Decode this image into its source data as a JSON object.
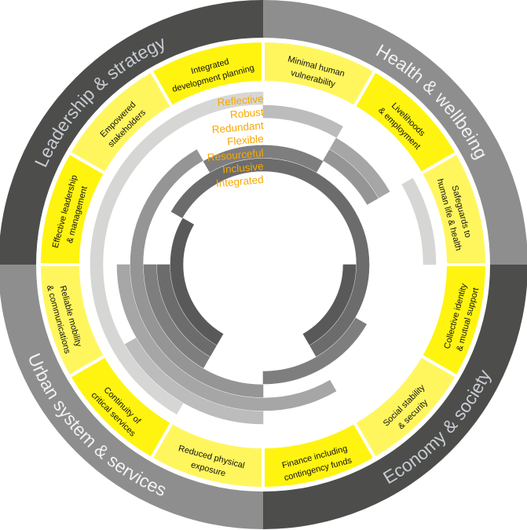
{
  "title": "City Resilience Framework",
  "colors": {
    "quadrant_dark": "#4d4d4c",
    "quadrant_gray": "#8e8e8e",
    "quadrant_label_dark": "#c8ccd2",
    "quadrant_label_gray": "#f2f2f2",
    "yellow_bright": "#fff40f",
    "yellow_light": "#fff65e",
    "ring_label": "#f7a800"
  },
  "quadrants": [
    {
      "label": "Health & wellbeing",
      "tone": "gray"
    },
    {
      "label": "Economy & society",
      "tone": "dark"
    },
    {
      "label": "Urban system & services",
      "tone": "gray"
    },
    {
      "label": "Leadership & strategy",
      "tone": "dark"
    }
  ],
  "indicators": [
    {
      "lines": [
        "Minimal human",
        "vulnerability"
      ],
      "tone": "light"
    },
    {
      "lines": [
        "Livelihoods",
        "& employment"
      ],
      "tone": "bright"
    },
    {
      "lines": [
        "Safeguards to",
        "human life & health"
      ],
      "tone": "light"
    },
    {
      "lines": [
        "Collective identity",
        "& mutual support"
      ],
      "tone": "bright"
    },
    {
      "lines": [
        "Social stability",
        "& security"
      ],
      "tone": "light"
    },
    {
      "lines": [
        "Finance including",
        "contingency funds"
      ],
      "tone": "bright"
    },
    {
      "lines": [
        "Reduced physical",
        "exposure"
      ],
      "tone": "light"
    },
    {
      "lines": [
        "Continuity of",
        "critical services"
      ],
      "tone": "bright"
    },
    {
      "lines": [
        "Reliable mobility",
        "& communications"
      ],
      "tone": "light"
    },
    {
      "lines": [
        "Effective leadership",
        "& management"
      ],
      "tone": "bright"
    },
    {
      "lines": [
        "Empowered",
        "stakeholders"
      ],
      "tone": "light"
    },
    {
      "lines": [
        "Integrated",
        "development planning"
      ],
      "tone": "bright"
    }
  ],
  "qualities": [
    {
      "name": "Integrated",
      "color": "#595959",
      "segments": [
        3,
        4,
        7,
        8,
        9
      ]
    },
    {
      "name": "Inclusive",
      "color": "#6c6c6c",
      "segments": [
        10,
        11,
        0,
        1,
        2,
        3,
        4,
        7,
        8
      ]
    },
    {
      "name": "Resourceful",
      "color": "#7e7e7e",
      "segments": [
        11,
        0,
        4,
        5,
        7,
        8
      ]
    },
    {
      "name": "Flexible",
      "color": "#959595",
      "segments": [
        1,
        6,
        7,
        8,
        9,
        10
      ]
    },
    {
      "name": "Redundant",
      "color": "#a6a6a6",
      "segments": [
        1,
        5,
        6,
        7,
        8
      ]
    },
    {
      "name": "Robust",
      "color": "#bcbcbc",
      "segments": [
        0,
        6,
        7
      ]
    },
    {
      "name": "Reflective",
      "color": "#d6d7d5",
      "segments": [
        2,
        7,
        8,
        9,
        10,
        11
      ]
    }
  ]
}
